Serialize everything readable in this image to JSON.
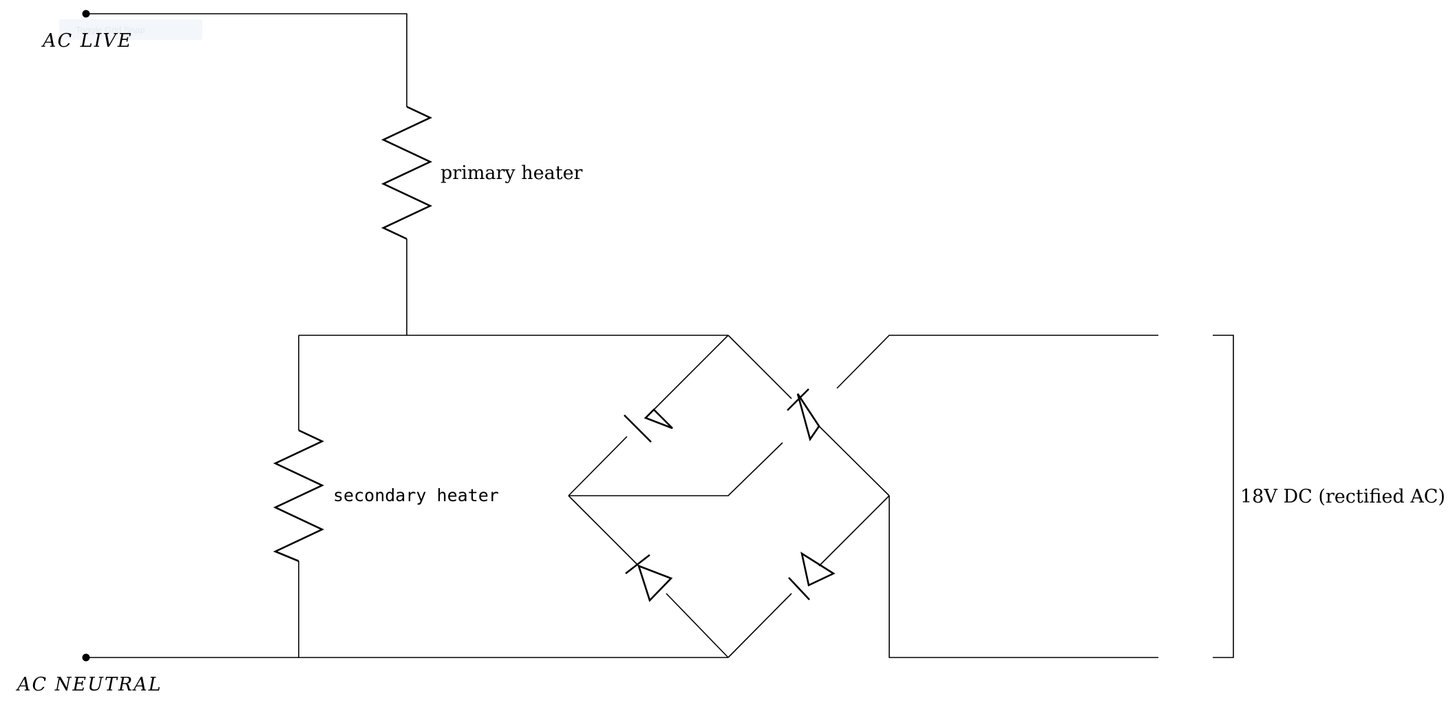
{
  "labels": {
    "ac_live": "AC LIVE",
    "ac_neutral": "AC NEUTRAL",
    "primary_heater": "primary heater",
    "secondary_heater": "secondary heater",
    "output": "18V DC (rectified AC)",
    "overlay_text": "Toggle Grid Snap"
  },
  "colors": {
    "ink": "#000000",
    "background": "#ffffff"
  }
}
